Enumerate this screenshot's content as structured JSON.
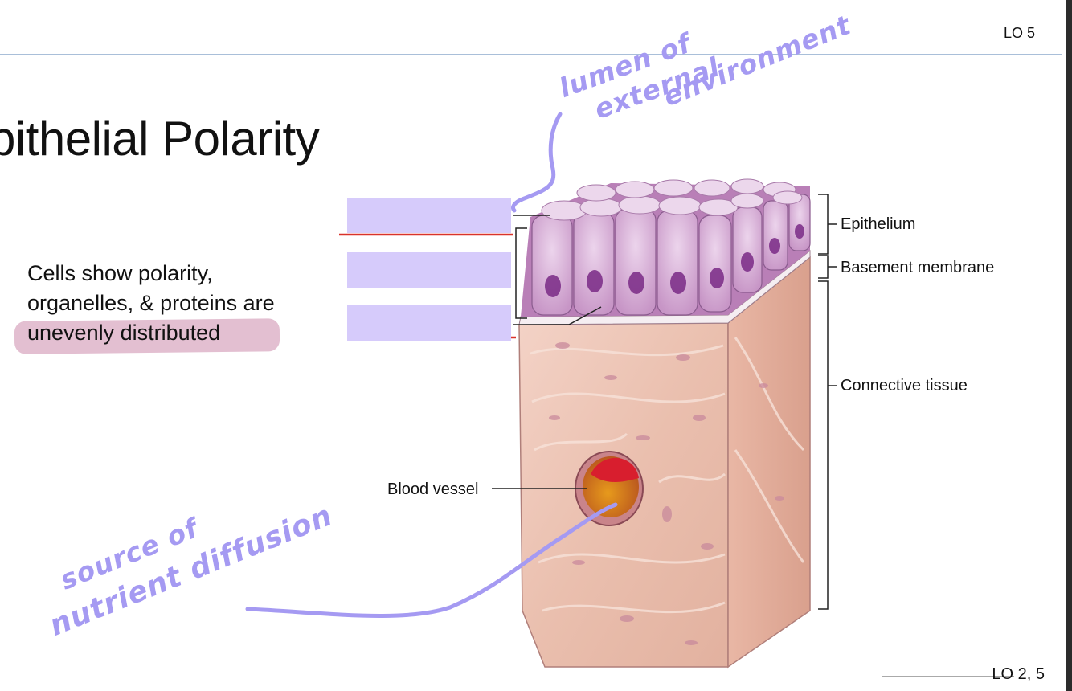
{
  "slide": {
    "title": "pithelial Polarity",
    "lo_top": "LO 5",
    "lo_bottom": "LO 2, 5",
    "body_lines": [
      "Cells show polarity,",
      "organelles, & proteins are",
      "unevenly distributed"
    ]
  },
  "figure": {
    "labels": {
      "epithelium": "Epithelium",
      "basement_membrane": "Basement membrane",
      "connective_tissue": "Connective tissue",
      "blood_vessel": "Blood vessel"
    }
  },
  "annotations": {
    "top_lines": [
      "lumen of",
      "external",
      "environment"
    ],
    "bottom_lines": [
      "source of",
      "nutrient diffusion"
    ]
  },
  "colors": {
    "highlight": "#d9a9c2",
    "handwriting": "#a59af2",
    "label_box": "#d6cbfb",
    "red_line": "#d9322b"
  }
}
